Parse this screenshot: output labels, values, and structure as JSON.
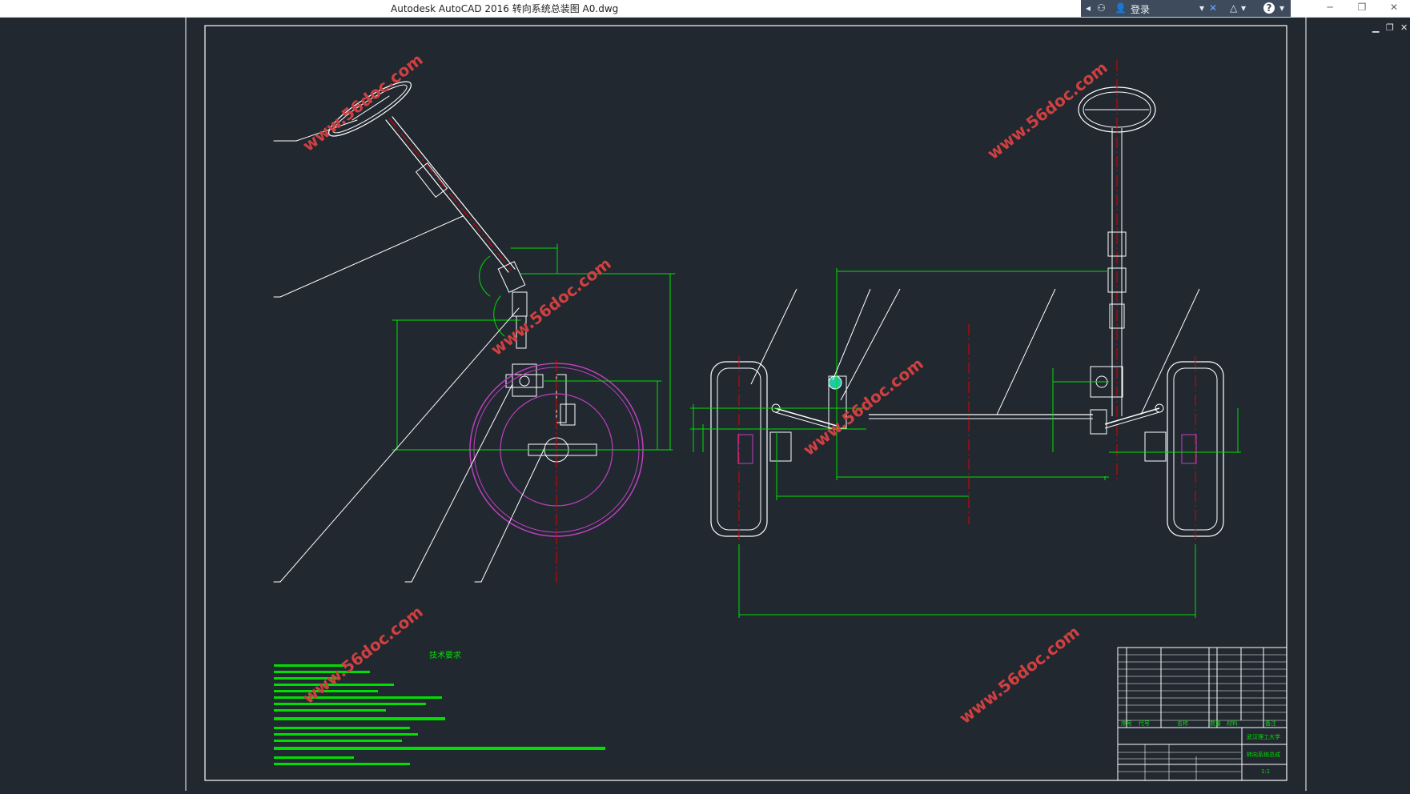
{
  "window": {
    "title": "Autodesk AutoCAD 2016    转向系统总装图 A0.dwg",
    "login_label": "登录",
    "minimize_label": "─",
    "restore_label": "❐",
    "close_label": "✕"
  },
  "drawing": {
    "notes_title": "技术要求",
    "title_block": {
      "school": "武汉理工大学",
      "drawing_name": "转向系统总成",
      "sheet": "1:1",
      "headers": [
        "序号",
        "代号",
        "名称",
        "数量",
        "材料",
        "备注"
      ]
    },
    "watermarks": [
      "www.56doc.com",
      "www.56doc.com",
      "www.56doc.com",
      "www.56doc.com",
      "www.56doc.com"
    ]
  },
  "colors": {
    "background": "#212830",
    "border": "#ffffff",
    "dimension": "#00e000",
    "centerline": "#e00000",
    "wheel": "#c040c0",
    "watermark": "#d04040"
  }
}
